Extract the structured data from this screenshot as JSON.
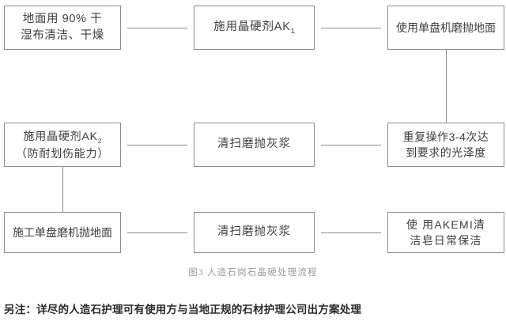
{
  "figure": {
    "caption": "图3 人造石岗石晶硬处理流程",
    "footnote": "另注：详尽的人造石护理可有使用方与当地正规的石材护理公司出方案处理"
  },
  "flowchart": {
    "type": "process-flow",
    "rows": 3,
    "columns": 3,
    "box_border_color": "#8d8d8d",
    "connector_color": "#8d8d8d",
    "background_color": "#ffffff",
    "text_color": "#3d3d3d",
    "nodes": [
      {
        "id": "clean-floor",
        "row": 1,
        "column": 1,
        "text": "地面用 90% 干\n湿布清洁、干燥"
      },
      {
        "id": "apply-ak1",
        "row": 1,
        "column": 2,
        "text": "施用晶硬剂AK",
        "subscript": "1"
      },
      {
        "id": "polish-single-disc",
        "row": 1,
        "column": 3,
        "text": "使用单盘机磨抛地面"
      },
      {
        "id": "apply-ak2",
        "row": 2,
        "column": 1,
        "text_line1": "施用晶硬剂AK",
        "subscript": "2",
        "text_line2": "（防耐划伤能力）"
      },
      {
        "id": "sweep-slurry-middle",
        "row": 2,
        "column": 2,
        "text": "清扫磨抛灰浆"
      },
      {
        "id": "repeat-operation",
        "row": 2,
        "column": 3,
        "text": "重复操作3-4次达\n到要求的光泽度"
      },
      {
        "id": "construct-single-disc",
        "row": 3,
        "column": 1,
        "text": "施工单盘磨机抛地面"
      },
      {
        "id": "sweep-slurry-bottom",
        "row": 3,
        "column": 2,
        "text": "清扫磨抛灰浆"
      },
      {
        "id": "akemi-daily-care",
        "row": 3,
        "column": 3,
        "text": "使 用AKEMI清\n洁皂日常保洁"
      }
    ],
    "connectors": [
      {
        "id": "r1-a-to-b",
        "from": "clean-floor",
        "to": "apply-ak1",
        "orientation": "horizontal"
      },
      {
        "id": "r1-b-to-c",
        "from": "apply-ak1",
        "to": "polish-single-disc",
        "orientation": "horizontal"
      },
      {
        "id": "c-down",
        "from": "polish-single-disc",
        "to": "repeat-operation",
        "orientation": "vertical"
      },
      {
        "id": "r2-a-to-b",
        "from": "apply-ak2",
        "to": "sweep-slurry-middle",
        "orientation": "horizontal"
      },
      {
        "id": "r2-b-to-c",
        "from": "sweep-slurry-middle",
        "to": "repeat-operation",
        "orientation": "horizontal"
      },
      {
        "id": "a-down",
        "from": "apply-ak2",
        "to": "construct-single-disc",
        "orientation": "vertical"
      },
      {
        "id": "r3-a-to-b",
        "from": "construct-single-disc",
        "to": "sweep-slurry-bottom",
        "orientation": "horizontal"
      },
      {
        "id": "r3-b-to-c",
        "from": "sweep-slurry-bottom",
        "to": "akemi-daily-care",
        "orientation": "horizontal"
      }
    ]
  }
}
